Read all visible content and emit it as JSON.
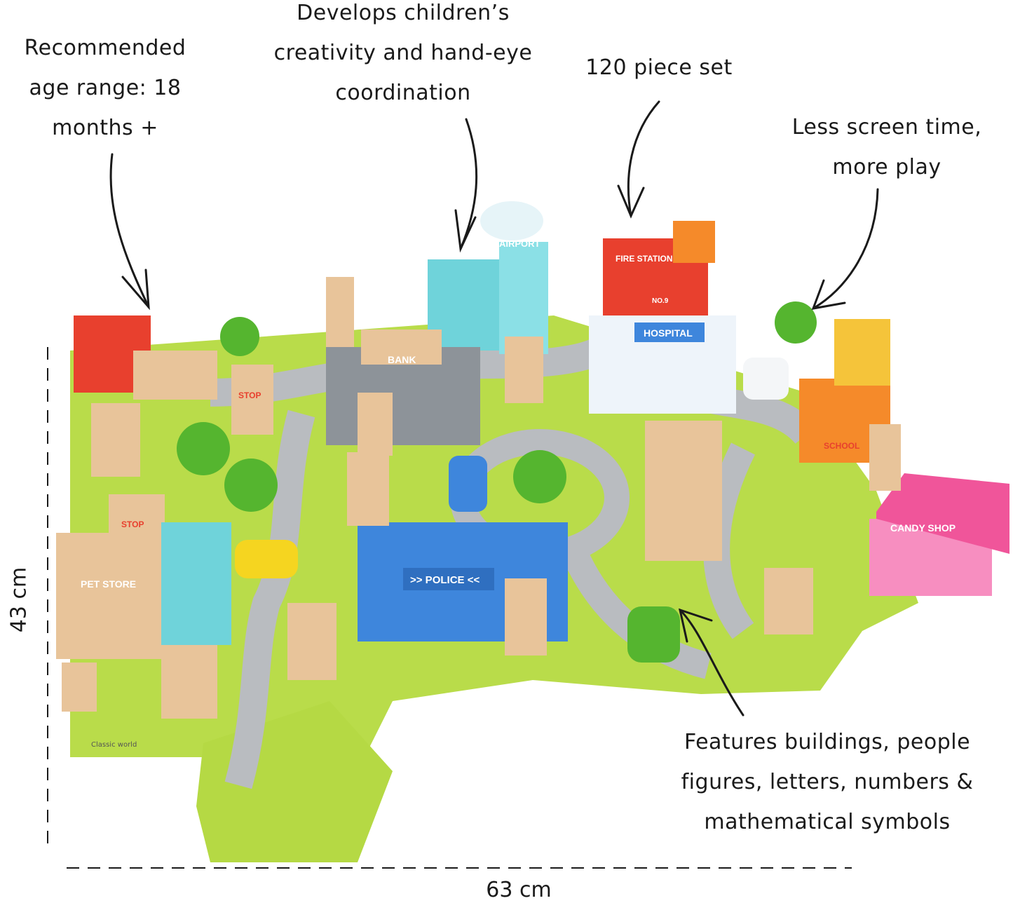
{
  "callouts": {
    "age": [
      "Recommended",
      "age range: 18",
      "months +"
    ],
    "creativity": [
      "Develops children’s",
      "creativity and hand-eye",
      "coordination"
    ],
    "pieces": [
      "120 piece set"
    ],
    "screen": [
      "Less screen time,",
      "more play"
    ],
    "features": [
      "Features buildings, people",
      "figures, letters, numbers &",
      "mathematical symbols"
    ]
  },
  "dimensions": {
    "height": "43 cm",
    "width": "63 cm"
  },
  "block_labels": {
    "airport": "AIRPORT",
    "bank": "BANK",
    "fire_station": "FIRE STATION",
    "no9": "NO.9",
    "hospital": "HOSPITAL",
    "school": "SCHOOL",
    "candy_shop": "CANDY SHOP",
    "police": ">> POLICE <<",
    "pet_store": "PET STORE",
    "stop": "STOP",
    "brand": "Classic world"
  },
  "colors": {
    "mat": "#b9dc4a",
    "road": "#b9bcc0",
    "tree": "#55b52f",
    "wood": "#e8c49a",
    "police": "#3e86dc",
    "candy": "#f0559a",
    "fire": "#e8402e",
    "airport": "#6fd3da"
  }
}
